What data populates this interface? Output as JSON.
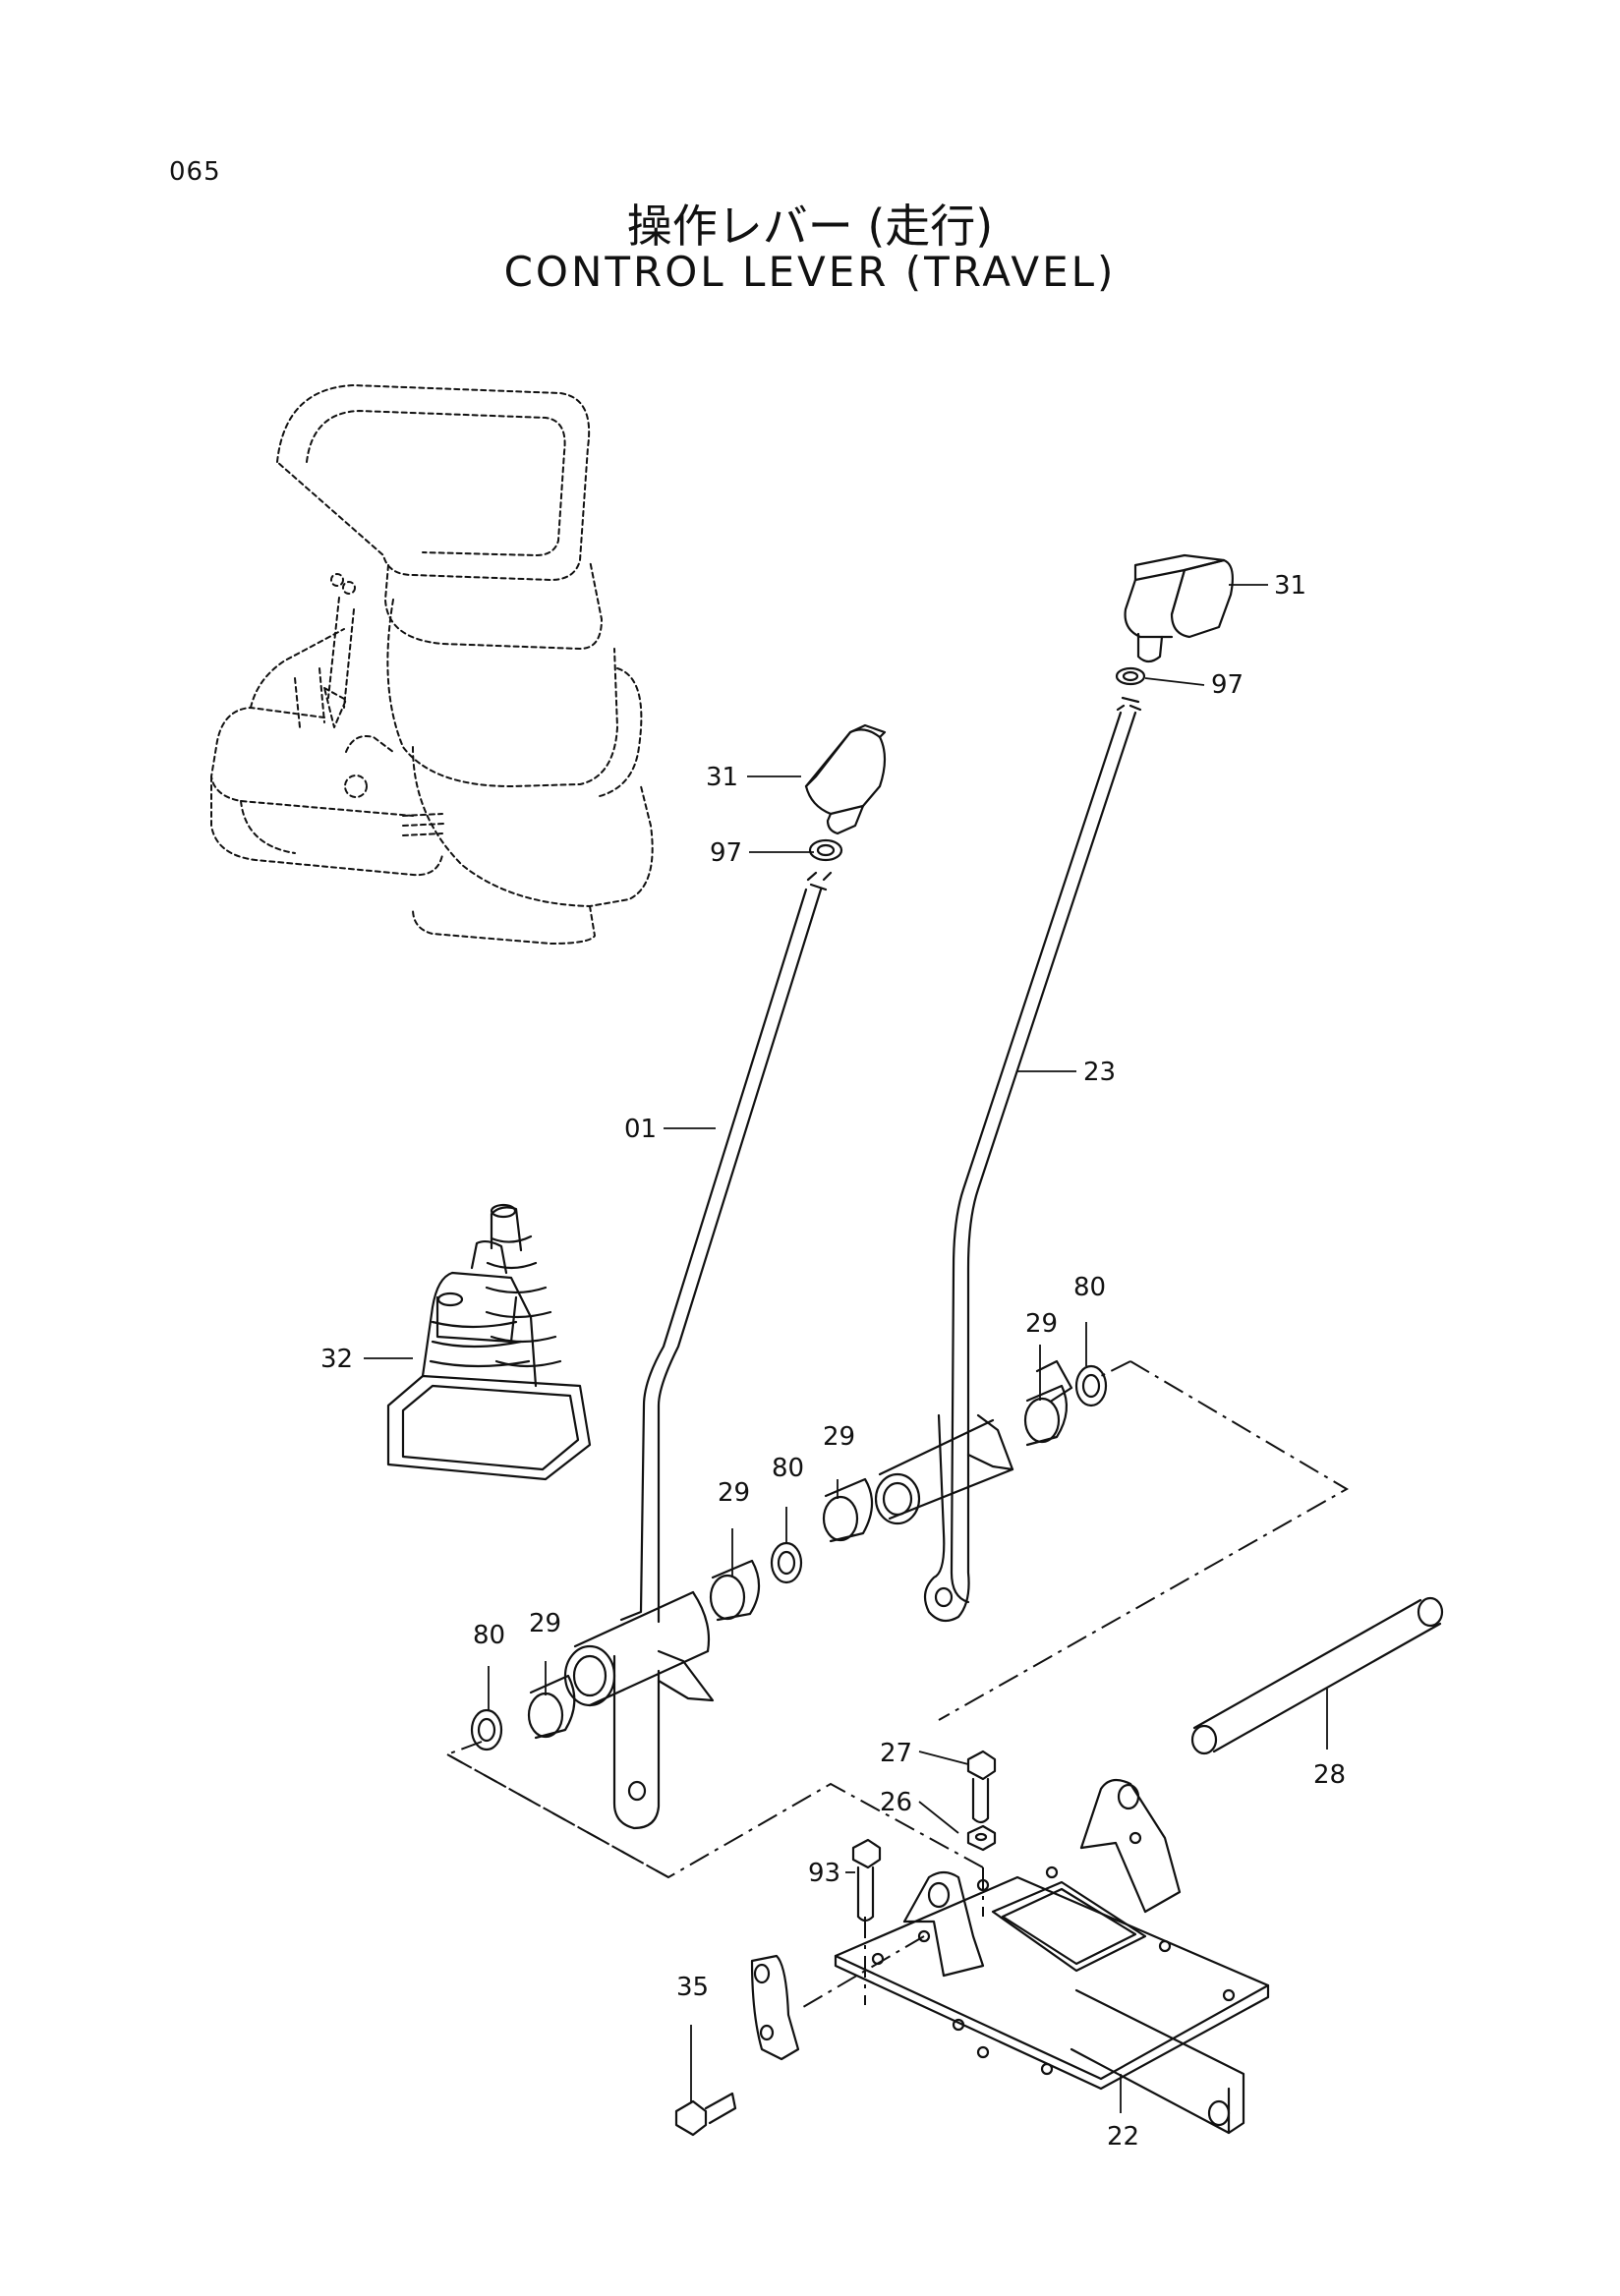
{
  "page": {
    "number": "065"
  },
  "title": {
    "japanese": "操作レバー (走行)",
    "english": "CONTROL LEVER (TRAVEL)"
  },
  "callouts": {
    "knob_right": "31",
    "nut_right": "97",
    "knob_left": "31",
    "nut_left": "97",
    "lever_right": "23",
    "lever_left": "01",
    "boot": "32",
    "washer_right": "80",
    "bushing_right": "29",
    "bushing_mid_right": "29",
    "washer_mid": "80",
    "bushing_mid_left": "29",
    "bushing_left": "29",
    "washer_left": "80",
    "shaft": "28",
    "bolt_top": "27",
    "nut_top": "26",
    "bolt_left": "93",
    "bolt_bottom": "35",
    "bracket": "22"
  }
}
